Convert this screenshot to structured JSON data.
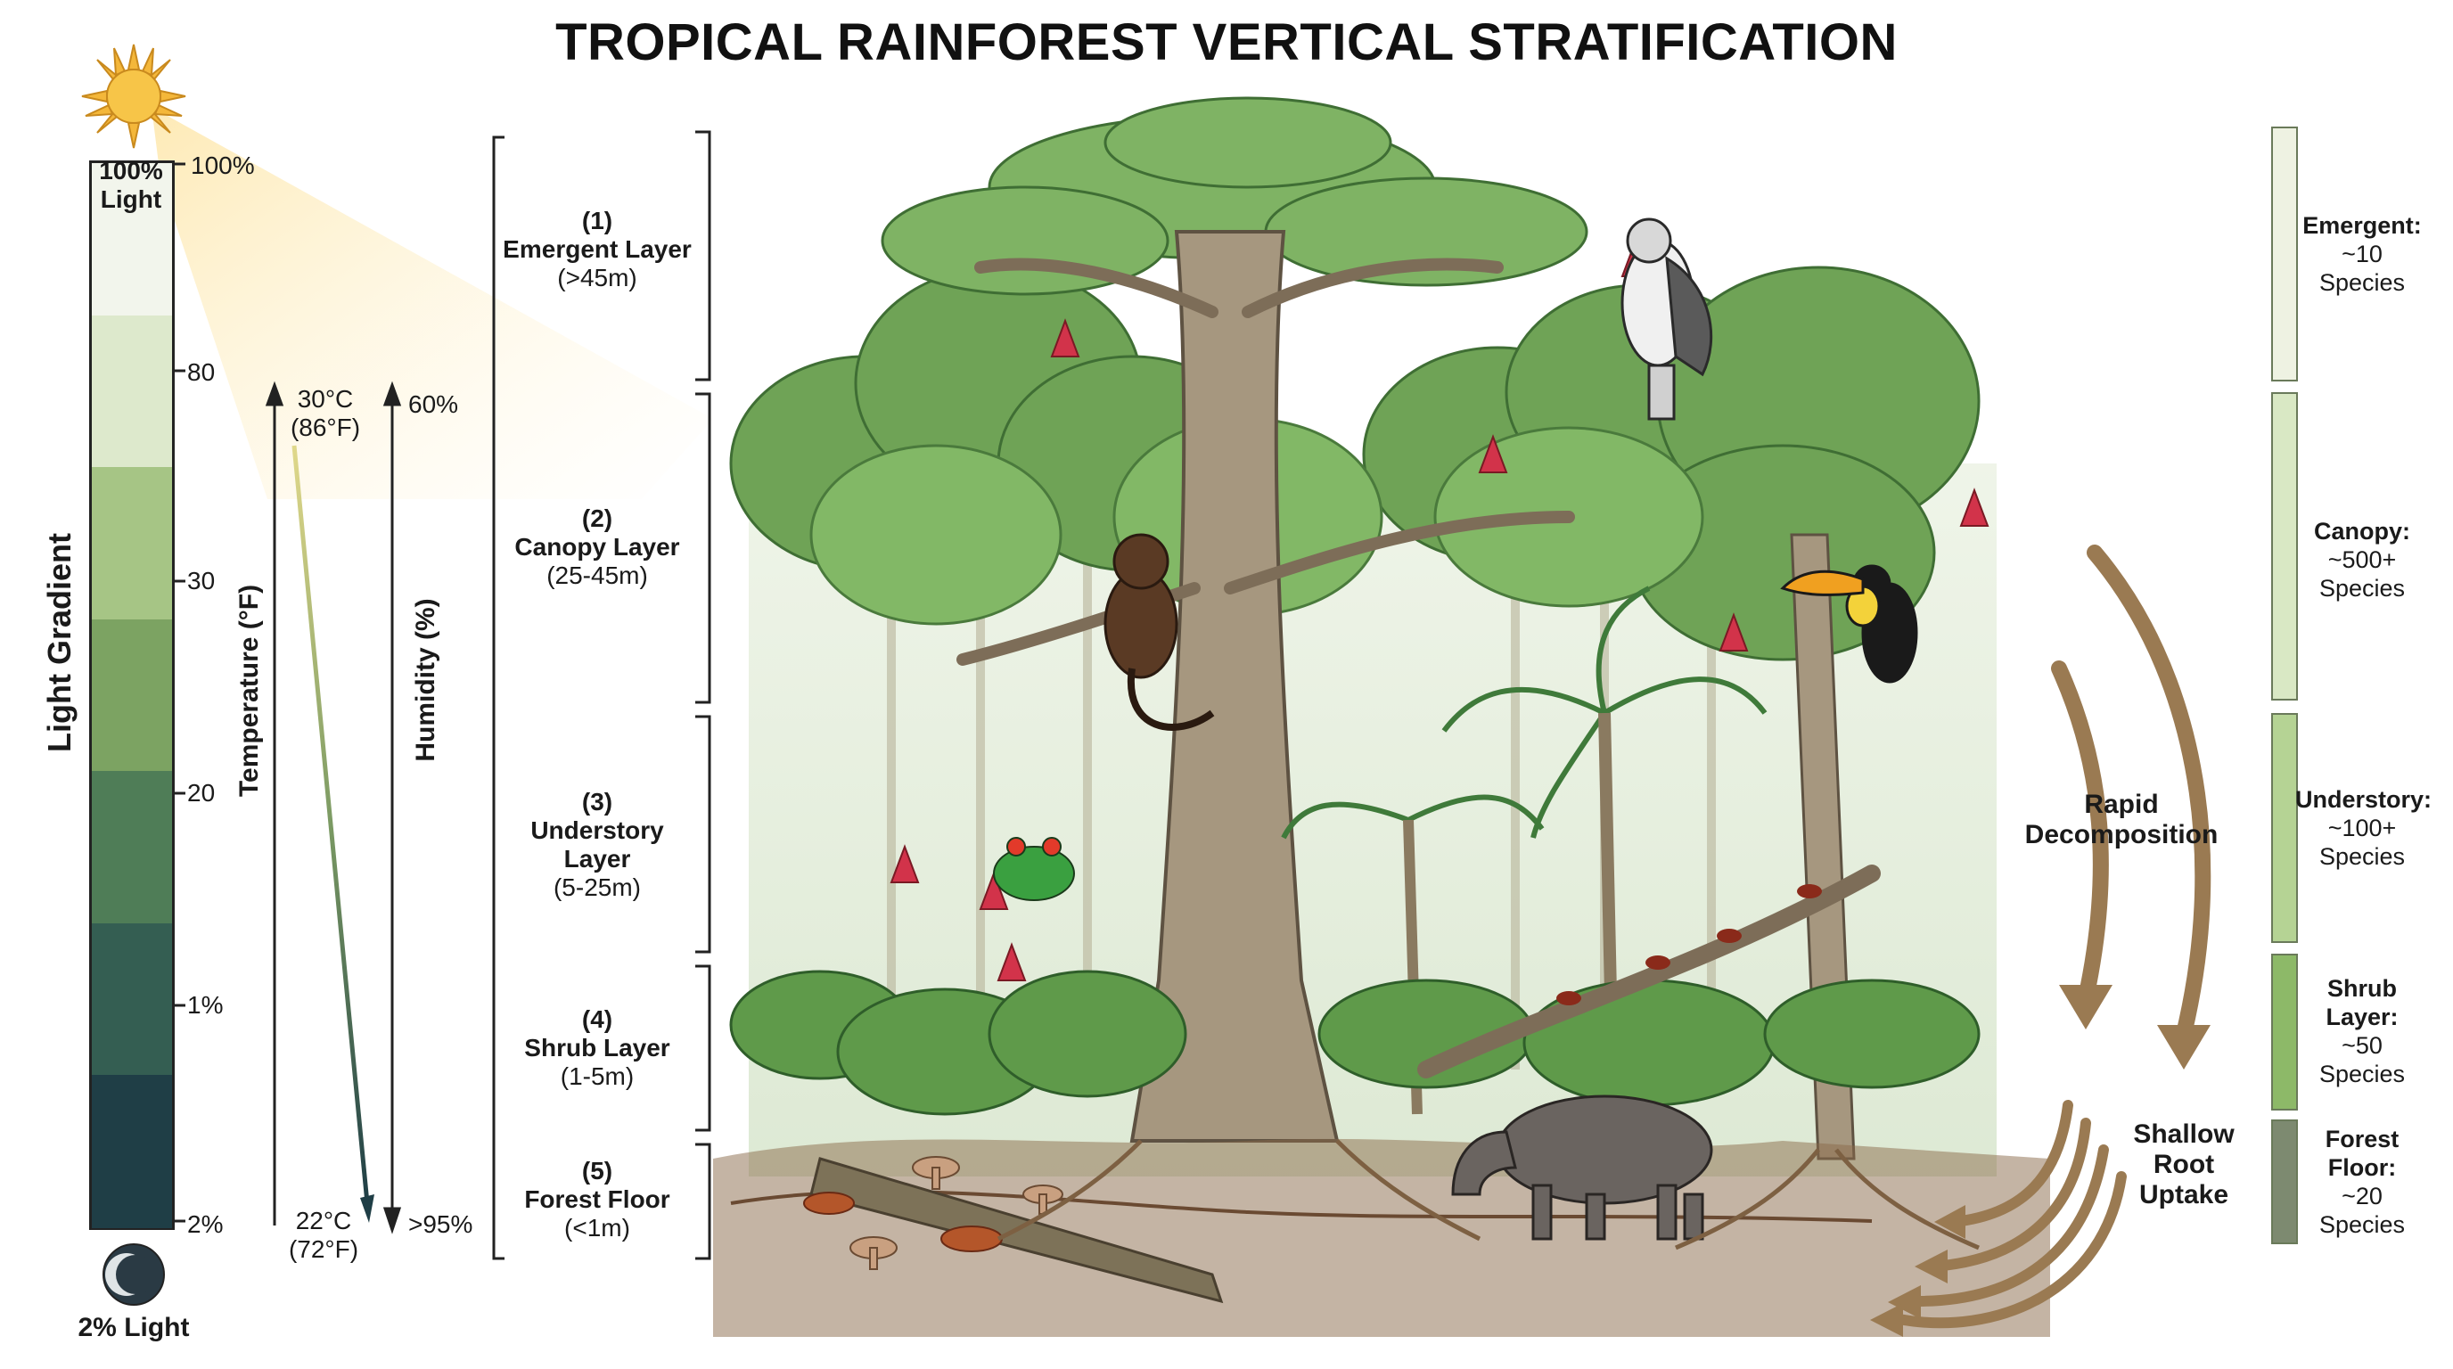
{
  "title": "TROPICAL RAINFOREST VERTICAL STRATIFICATION",
  "light": {
    "axis_label": "Light Gradient",
    "top_label_line1": "100%",
    "top_label_line2": "Light",
    "bottom_label": "2% Light",
    "ticks": [
      "100%",
      "80",
      "30",
      "20",
      "1%",
      "2%"
    ],
    "band_colors": [
      "#f2f5ec",
      "#dde9cc",
      "#a6c585",
      "#7ca362",
      "#4f7d57",
      "#345e52",
      "#1f3e46"
    ]
  },
  "temperature": {
    "axis_label": "Temperature (°F)",
    "top_line1": "30°C",
    "top_line2": "(86°F)",
    "bottom_line1": "22°C",
    "bottom_line2": "(72°F)"
  },
  "humidity": {
    "axis_label": "Humidity (%)",
    "top": "60%",
    "bottom": ">95%"
  },
  "layers": [
    {
      "num": "(1)",
      "name": "Emergent Layer",
      "range": "(>45m)"
    },
    {
      "num": "(2)",
      "name": "Canopy Layer",
      "range": "(25-45m)"
    },
    {
      "num": "(3)",
      "name": "Understory Layer",
      "range": "(5-25m)"
    },
    {
      "num": "(4)",
      "name": "Shrub Layer",
      "range": "(1-5m)"
    },
    {
      "num": "(5)",
      "name": "Forest Floor",
      "range": "(<1m)"
    }
  ],
  "species": [
    {
      "name": "Emergent:",
      "count": "~10",
      "unit": "Species",
      "color": "#eef2e2"
    },
    {
      "name": "Canopy:",
      "count": "~500+",
      "unit": "Species",
      "color": "#d9e8c4"
    },
    {
      "name": "Understory:",
      "count": "~100+",
      "unit": "Species",
      "color": "#b5d394"
    },
    {
      "name": "Shrub",
      "name2": "Layer:",
      "count": "~50",
      "unit": "Species",
      "color": "#8db968"
    },
    {
      "name": "Forest",
      "name2": "Floor:",
      "count": "~20",
      "unit": "Species",
      "color": "#7d8a70"
    }
  ],
  "nutrient": {
    "decomp_line1": "Rapid",
    "decomp_line2": "Decomposition",
    "uptake_line1": "Shallow",
    "uptake_line2": "Root",
    "uptake_line3": "Uptake"
  },
  "colors": {
    "leaf": "#5f9a4a",
    "leaf_dark": "#3f7a3a",
    "trunk": "#9a8a74",
    "arrow_brown": "#9a7a52"
  }
}
